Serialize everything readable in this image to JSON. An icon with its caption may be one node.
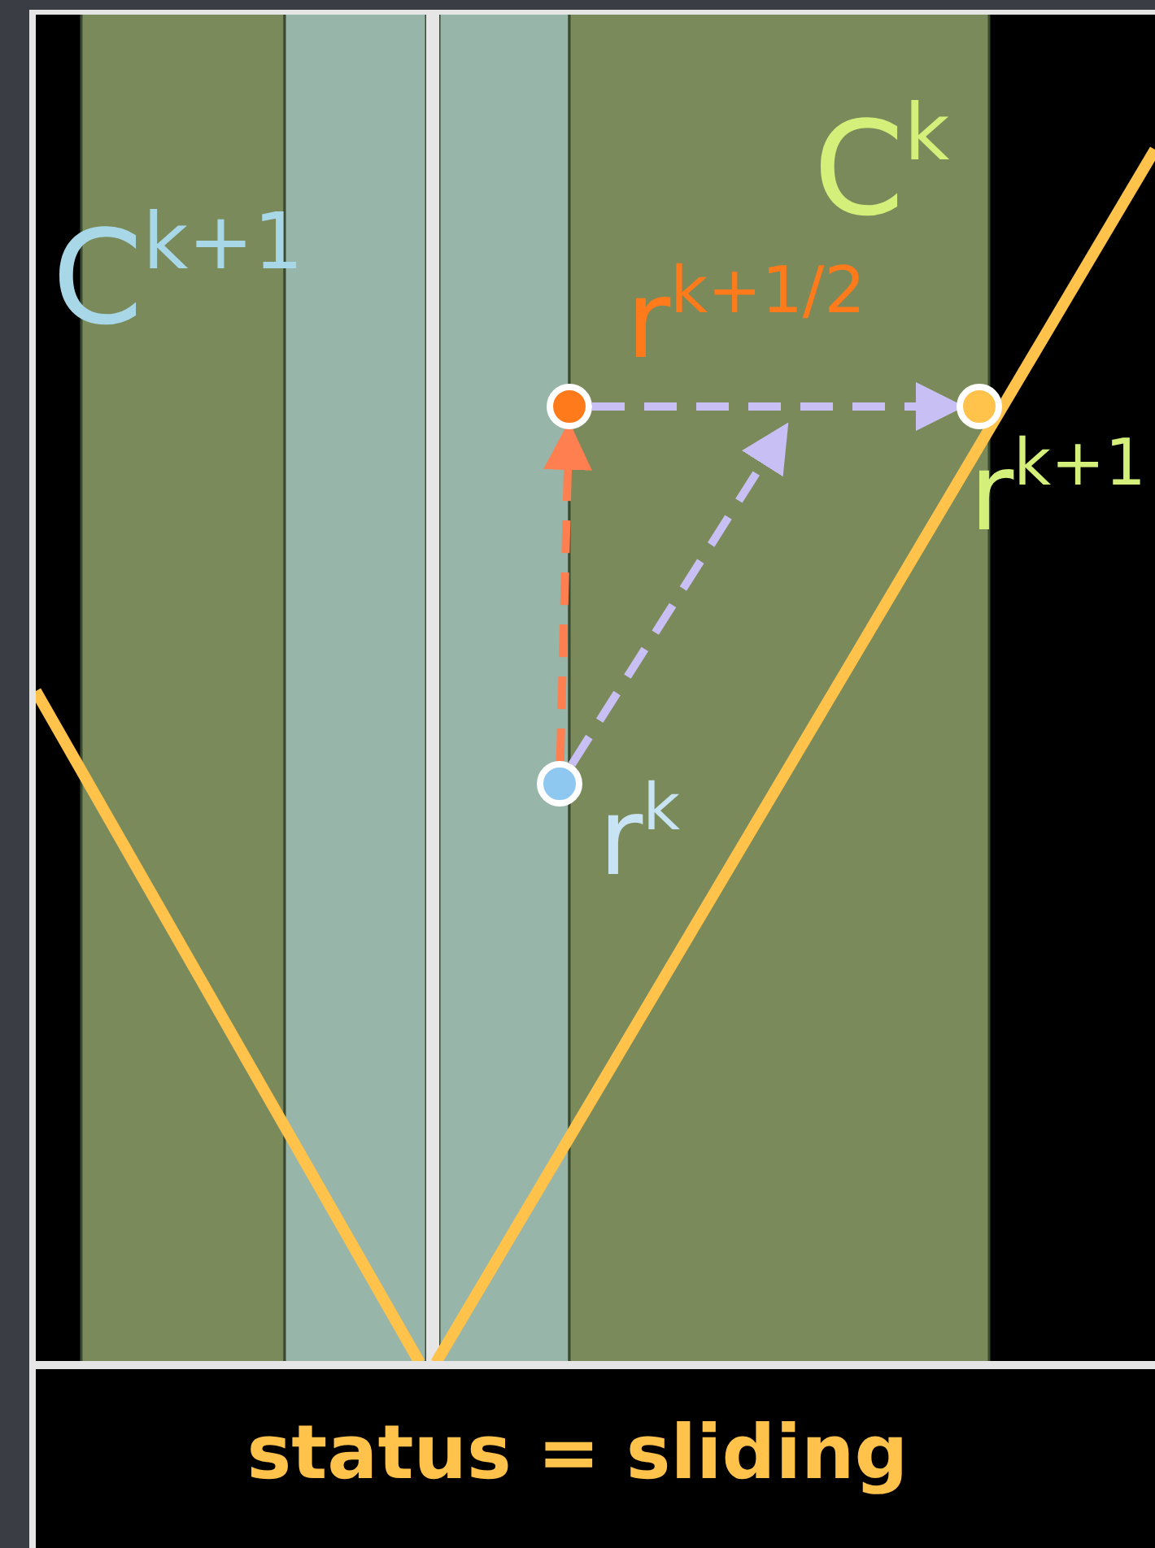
{
  "diagram": {
    "nodes": [
      {
        "text": [],
        "shape": "circle",
        "beside": [
          "r$^{k+1/2}$"
        ]
      },
      {
        "text": [],
        "shape": "circle",
        "beside": [
          "r$^{k+1}$"
        ]
      },
      {
        "text": [],
        "shape": "circle",
        "beside": [
          "r$^{k}$"
        ]
      }
    ],
    "edges": [
      {
        "from": 2,
        "to": 0,
        "arrow": "to",
        "style": "dashed",
        "color": "#ff7f50"
      },
      {
        "from": 2,
        "to": null,
        "arrow": "to",
        "style": "dashed",
        "color": "#c8c0f4"
      },
      {
        "from": 0,
        "to": 1,
        "arrow": "to",
        "style": "dashed",
        "color": "#c8c0f4"
      }
    ],
    "labels": [
      "C$^{k+1}$",
      "C$^{k}$",
      "status = sliding"
    ]
  }
}
